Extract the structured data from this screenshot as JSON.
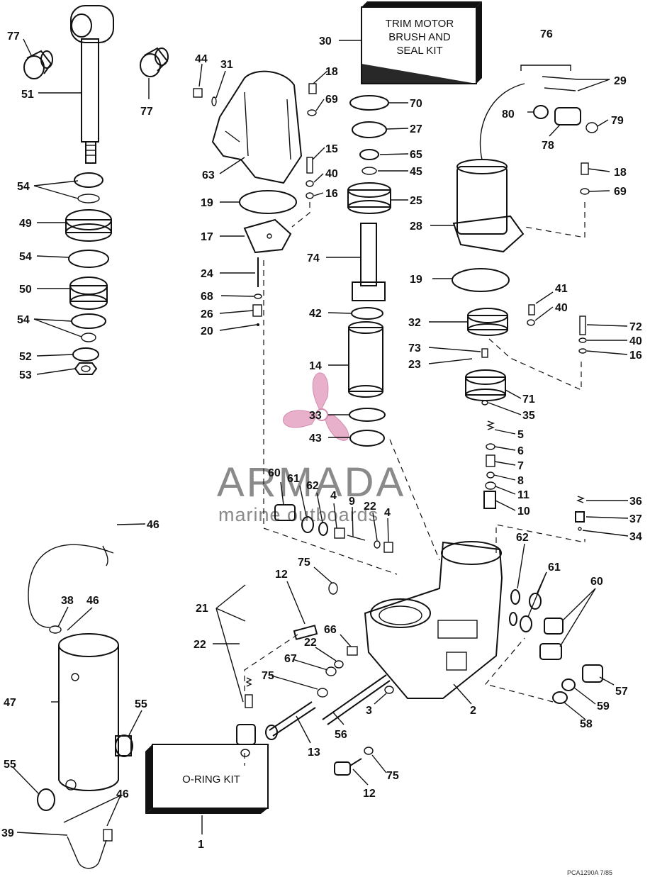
{
  "kits": {
    "trim_motor": [
      "TRIM MOTOR",
      "BRUSH AND",
      "SEAL KIT"
    ],
    "oring": "O-RING KIT"
  },
  "watermark": {
    "brand": "ARMADA",
    "tagline": "marine outboards",
    "logo_color": "#e6a3c2"
  },
  "footer_code": "PCA1290A 7/85",
  "callouts": [
    {
      "id": "c77a",
      "text": "77"
    },
    {
      "id": "c51",
      "text": "51"
    },
    {
      "id": "c77b",
      "text": "77"
    },
    {
      "id": "c54a",
      "text": "54"
    },
    {
      "id": "c49",
      "text": "49"
    },
    {
      "id": "c54b",
      "text": "54"
    },
    {
      "id": "c50",
      "text": "50"
    },
    {
      "id": "c54c",
      "text": "54"
    },
    {
      "id": "c52",
      "text": "52"
    },
    {
      "id": "c53",
      "text": "53"
    },
    {
      "id": "c44",
      "text": "44"
    },
    {
      "id": "c31",
      "text": "31"
    },
    {
      "id": "c18a",
      "text": "18"
    },
    {
      "id": "c69a",
      "text": "69"
    },
    {
      "id": "c63",
      "text": "63"
    },
    {
      "id": "c15",
      "text": "15"
    },
    {
      "id": "c40a",
      "text": "40"
    },
    {
      "id": "c16a",
      "text": "16"
    },
    {
      "id": "c19a",
      "text": "19"
    },
    {
      "id": "c17",
      "text": "17"
    },
    {
      "id": "c24",
      "text": "24"
    },
    {
      "id": "c68",
      "text": "68"
    },
    {
      "id": "c26",
      "text": "26"
    },
    {
      "id": "c20",
      "text": "20"
    },
    {
      "id": "c30",
      "text": "30"
    },
    {
      "id": "c70",
      "text": "70"
    },
    {
      "id": "c27",
      "text": "27"
    },
    {
      "id": "c65",
      "text": "65"
    },
    {
      "id": "c45",
      "text": "45"
    },
    {
      "id": "c25",
      "text": "25"
    },
    {
      "id": "c74",
      "text": "74"
    },
    {
      "id": "c42",
      "text": "42"
    },
    {
      "id": "c14",
      "text": "14"
    },
    {
      "id": "c33",
      "text": "33"
    },
    {
      "id": "c43",
      "text": "43"
    },
    {
      "id": "c76",
      "text": "76"
    },
    {
      "id": "c29",
      "text": "29"
    },
    {
      "id": "c80",
      "text": "80"
    },
    {
      "id": "c79",
      "text": "79"
    },
    {
      "id": "c78",
      "text": "78"
    },
    {
      "id": "c18b",
      "text": "18"
    },
    {
      "id": "c69b",
      "text": "69"
    },
    {
      "id": "c28",
      "text": "28"
    },
    {
      "id": "c19b",
      "text": "19"
    },
    {
      "id": "c41",
      "text": "41"
    },
    {
      "id": "c40b",
      "text": "40"
    },
    {
      "id": "c32",
      "text": "32"
    },
    {
      "id": "c72",
      "text": "72"
    },
    {
      "id": "c40c",
      "text": "40"
    },
    {
      "id": "c16b",
      "text": "16"
    },
    {
      "id": "c73",
      "text": "73"
    },
    {
      "id": "c23",
      "text": "23"
    },
    {
      "id": "c71",
      "text": "71"
    },
    {
      "id": "c35",
      "text": "35"
    },
    {
      "id": "c5",
      "text": "5"
    },
    {
      "id": "c6",
      "text": "6"
    },
    {
      "id": "c7",
      "text": "7"
    },
    {
      "id": "c8",
      "text": "8"
    },
    {
      "id": "c11",
      "text": "11"
    },
    {
      "id": "c10",
      "text": "10"
    },
    {
      "id": "c36",
      "text": "36"
    },
    {
      "id": "c37",
      "text": "37"
    },
    {
      "id": "c34",
      "text": "34"
    },
    {
      "id": "c60a",
      "text": "60"
    },
    {
      "id": "c61a",
      "text": "61"
    },
    {
      "id": "c62a",
      "text": "62"
    },
    {
      "id": "c4a",
      "text": "4"
    },
    {
      "id": "c9",
      "text": "9"
    },
    {
      "id": "c22a",
      "text": "22"
    },
    {
      "id": "c4b",
      "text": "4"
    },
    {
      "id": "c46a",
      "text": "46"
    },
    {
      "id": "c12a",
      "text": "12"
    },
    {
      "id": "c75a",
      "text": "75"
    },
    {
      "id": "c62b",
      "text": "62"
    },
    {
      "id": "c61b",
      "text": "61"
    },
    {
      "id": "c60b",
      "text": "60"
    },
    {
      "id": "c38",
      "text": "38"
    },
    {
      "id": "c46b",
      "text": "46"
    },
    {
      "id": "c21",
      "text": "21"
    },
    {
      "id": "c22b",
      "text": "22"
    },
    {
      "id": "c66",
      "text": "66"
    },
    {
      "id": "c22c",
      "text": "22"
    },
    {
      "id": "c67",
      "text": "67"
    },
    {
      "id": "c75b",
      "text": "75"
    },
    {
      "id": "c2",
      "text": "2"
    },
    {
      "id": "c3",
      "text": "3"
    },
    {
      "id": "c47",
      "text": "47"
    },
    {
      "id": "c55a",
      "text": "55"
    },
    {
      "id": "c57",
      "text": "57"
    },
    {
      "id": "c59",
      "text": "59"
    },
    {
      "id": "c58",
      "text": "58"
    },
    {
      "id": "c56",
      "text": "56"
    },
    {
      "id": "c13",
      "text": "13"
    },
    {
      "id": "c55b",
      "text": "55"
    },
    {
      "id": "c46c",
      "text": "46"
    },
    {
      "id": "c75c",
      "text": "75"
    },
    {
      "id": "c12b",
      "text": "12"
    },
    {
      "id": "c39",
      "text": "39"
    },
    {
      "id": "c1",
      "text": "1"
    }
  ]
}
